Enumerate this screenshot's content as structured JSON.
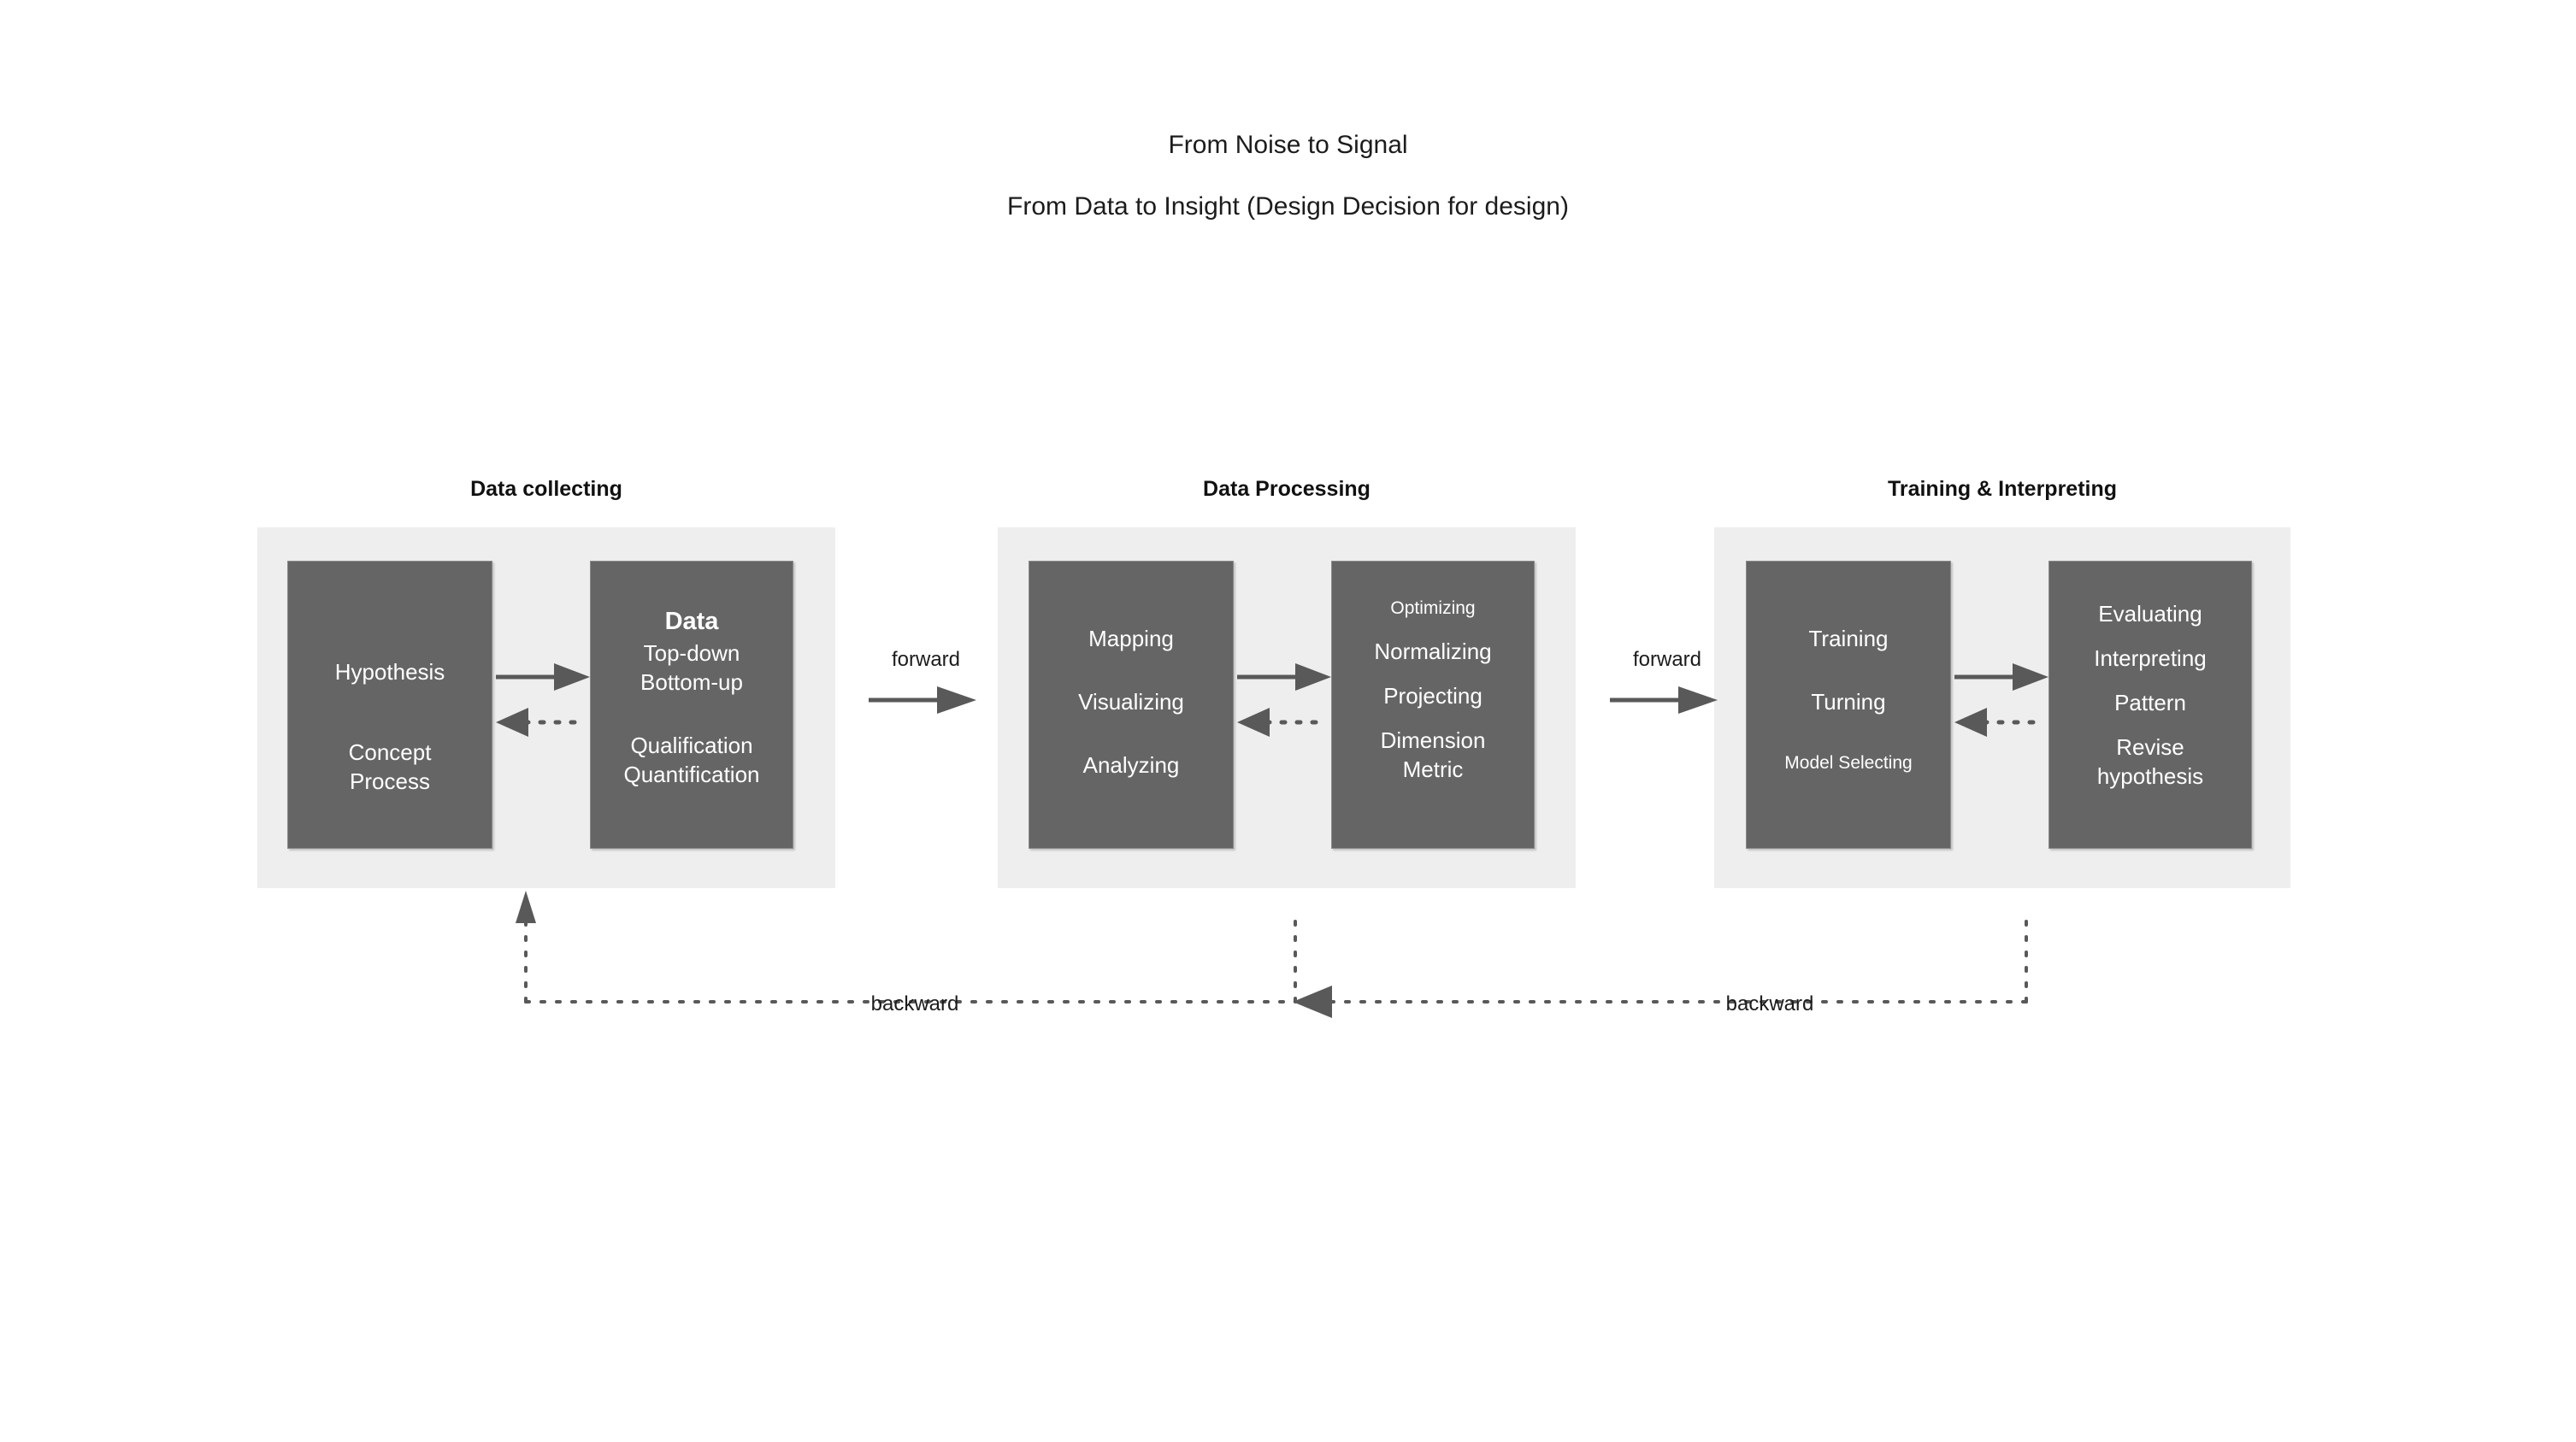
{
  "titles": {
    "line1": "From Noise to Signal",
    "line2": "From Data to Insight (Design Decision for design)"
  },
  "colors": {
    "page_background": "#ffffff",
    "stage_panel": "#eeeeee",
    "card_fill": "#656565",
    "card_text": "#ffffff",
    "arrow": "#595959",
    "heading_text": "#111111"
  },
  "stages": [
    {
      "heading": "Data collecting",
      "left_card": {
        "lines": [
          {
            "text": "Hypothesis",
            "style": "normal"
          },
          {
            "text": "",
            "style": "spacer-lg"
          },
          {
            "text": "Concept",
            "style": "normal"
          },
          {
            "text": "Process",
            "style": "normal"
          }
        ]
      },
      "right_card": {
        "lines": [
          {
            "text": "Data",
            "style": "bold"
          },
          {
            "text": "Top-down",
            "style": "normal"
          },
          {
            "text": "Bottom-up",
            "style": "normal"
          },
          {
            "text": "",
            "style": "spacer-md"
          },
          {
            "text": "Qualification",
            "style": "normal"
          },
          {
            "text": "Quantification",
            "style": "normal"
          }
        ]
      },
      "intra_arrows": {
        "forward": "solid-arrow-right",
        "backward": "dotted-arrow-left"
      }
    },
    {
      "heading": "Data Processing",
      "left_card": {
        "lines": [
          {
            "text": "Mapping",
            "style": "normal"
          },
          {
            "text": "",
            "style": "spacer-md"
          },
          {
            "text": "Visualizing",
            "style": "normal"
          },
          {
            "text": "",
            "style": "spacer-md"
          },
          {
            "text": "Analyzing",
            "style": "normal"
          }
        ]
      },
      "right_card": {
        "lines": [
          {
            "text": "Optimizing",
            "style": "small"
          },
          {
            "text": "",
            "style": "spacer-sm"
          },
          {
            "text": "Normalizing",
            "style": "normal"
          },
          {
            "text": "",
            "style": "spacer-sm"
          },
          {
            "text": "Projecting",
            "style": "normal"
          },
          {
            "text": "",
            "style": "spacer-sm"
          },
          {
            "text": "Dimension",
            "style": "normal"
          },
          {
            "text": "Metric",
            "style": "normal"
          }
        ]
      },
      "intra_arrows": {
        "forward": "solid-arrow-right",
        "backward": "dotted-arrow-left"
      }
    },
    {
      "heading": "Training & Interpreting",
      "left_card": {
        "lines": [
          {
            "text": "Training",
            "style": "normal"
          },
          {
            "text": "",
            "style": "spacer-md"
          },
          {
            "text": "Turning",
            "style": "normal"
          },
          {
            "text": "",
            "style": "spacer-md"
          },
          {
            "text": "Model Selecting",
            "style": "small"
          }
        ]
      },
      "right_card": {
        "lines": [
          {
            "text": "Evaluating",
            "style": "normal"
          },
          {
            "text": "",
            "style": "spacer-sm"
          },
          {
            "text": "Interpreting",
            "style": "normal"
          },
          {
            "text": "",
            "style": "spacer-sm"
          },
          {
            "text": "Pattern",
            "style": "normal"
          },
          {
            "text": "",
            "style": "spacer-sm"
          },
          {
            "text": "Revise",
            "style": "normal"
          },
          {
            "text": "hypothesis",
            "style": "normal"
          }
        ]
      },
      "intra_arrows": {
        "forward": "solid-arrow-right",
        "backward": "dotted-arrow-left"
      }
    }
  ],
  "connectors": {
    "forward": [
      {
        "label": "forward"
      },
      {
        "label": "forward"
      }
    ],
    "backward": [
      {
        "label": "backward"
      },
      {
        "label": "backward"
      }
    ]
  }
}
